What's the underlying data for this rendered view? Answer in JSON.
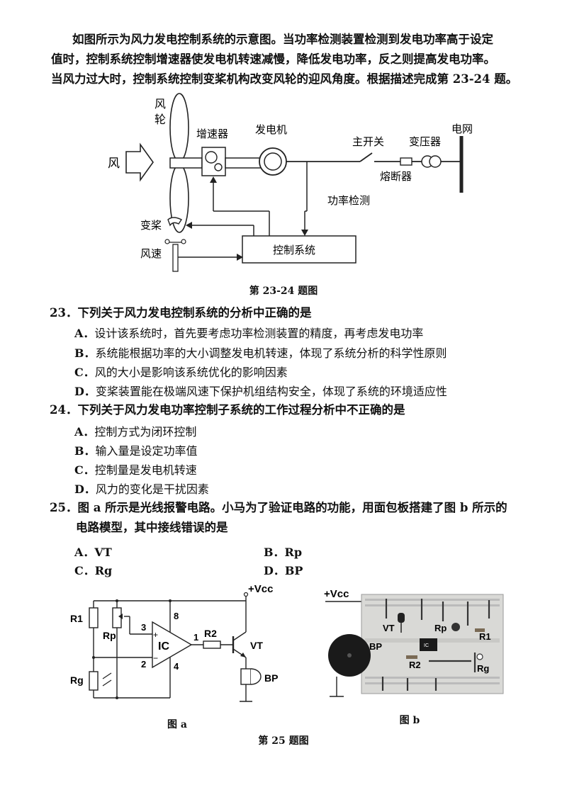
{
  "intro": {
    "line1": "如图所示为风力发电控制系统的示意图。当功率检测装置检测到发电功率高于设定",
    "line2": "值时，控制系统控制增速器使发电机转速减慢，降低发电功率，反之则提高发电功率。",
    "line3": "当风力过大时，控制系统控制变桨机构改变风轮的迎风角度。根据描述完成第 23-24 题。"
  },
  "figure1": {
    "labels": {
      "wind_wheel_1": "风",
      "wind_wheel_2": "轮",
      "wind": "风",
      "gearbox": "增速器",
      "generator": "发电机",
      "main_switch": "主开关",
      "transformer": "变压器",
      "grid": "电网",
      "fuse": "熔断器",
      "power_detect": "功率检测",
      "pitch": "变桨",
      "wind_speed": "风速",
      "control_system": "控制系统"
    },
    "caption": "第 23-24 题图"
  },
  "q23": {
    "stem": "23．下列关于风力发电控制系统的分析中正确的是",
    "options": [
      {
        "letter": "A．",
        "text": "设计该系统时，首先要考虑功率检测装置的精度，再考虑发电功率"
      },
      {
        "letter": "B．",
        "text": "系统能根据功率的大小调整发电机转速，体现了系统分析的科学性原则"
      },
      {
        "letter": "C．",
        "text": "风的大小是影响该系统优化的影响因素"
      },
      {
        "letter": "D．",
        "text": "变桨装置能在极端风速下保护机组结构安全，体现了系统的环境适应性"
      }
    ]
  },
  "q24": {
    "stem": "24．下列关于风力发电功率控制子系统的工作过程分析中不正确的是",
    "options": [
      {
        "letter": "A．",
        "text": "控制方式为闭环控制"
      },
      {
        "letter": "B．",
        "text": "输入量是设定功率值"
      },
      {
        "letter": "C．",
        "text": "控制量是发电机转速"
      },
      {
        "letter": "D．",
        "text": "风力的变化是干扰因素"
      }
    ]
  },
  "q25": {
    "stem_line1": "25．图 a 所示是光线报警电路。小马为了验证电路的功能，用面包板搭建了图 b 所示的",
    "stem_line2": "电路模型，其中接线错误的是",
    "options": [
      {
        "letter": "A．",
        "text": "VT"
      },
      {
        "letter": "B．",
        "text": "Rp"
      },
      {
        "letter": "C．",
        "text": "Rg"
      },
      {
        "letter": "D．",
        "text": "BP"
      }
    ]
  },
  "figure_a": {
    "labels": {
      "vcc": "+Vcc",
      "r1": "R1",
      "rp": "Rp",
      "rg": "Rg",
      "ic": "IC",
      "pin3": "3",
      "pin8": "8",
      "pin2": "2",
      "pin4": "4",
      "pin1": "1",
      "plus": "+",
      "minus": "−",
      "r2": "R2",
      "vt": "VT",
      "bp": "BP"
    },
    "caption": "图 a"
  },
  "figure_b": {
    "labels": {
      "vcc": "+Vcc",
      "vt": "VT",
      "rp": "Rp",
      "r1": "R1",
      "bp": "BP",
      "ic": "IC",
      "r2": "R2",
      "rg": "Rg"
    },
    "caption": "图 b"
  },
  "caption25": "第 25 题图"
}
